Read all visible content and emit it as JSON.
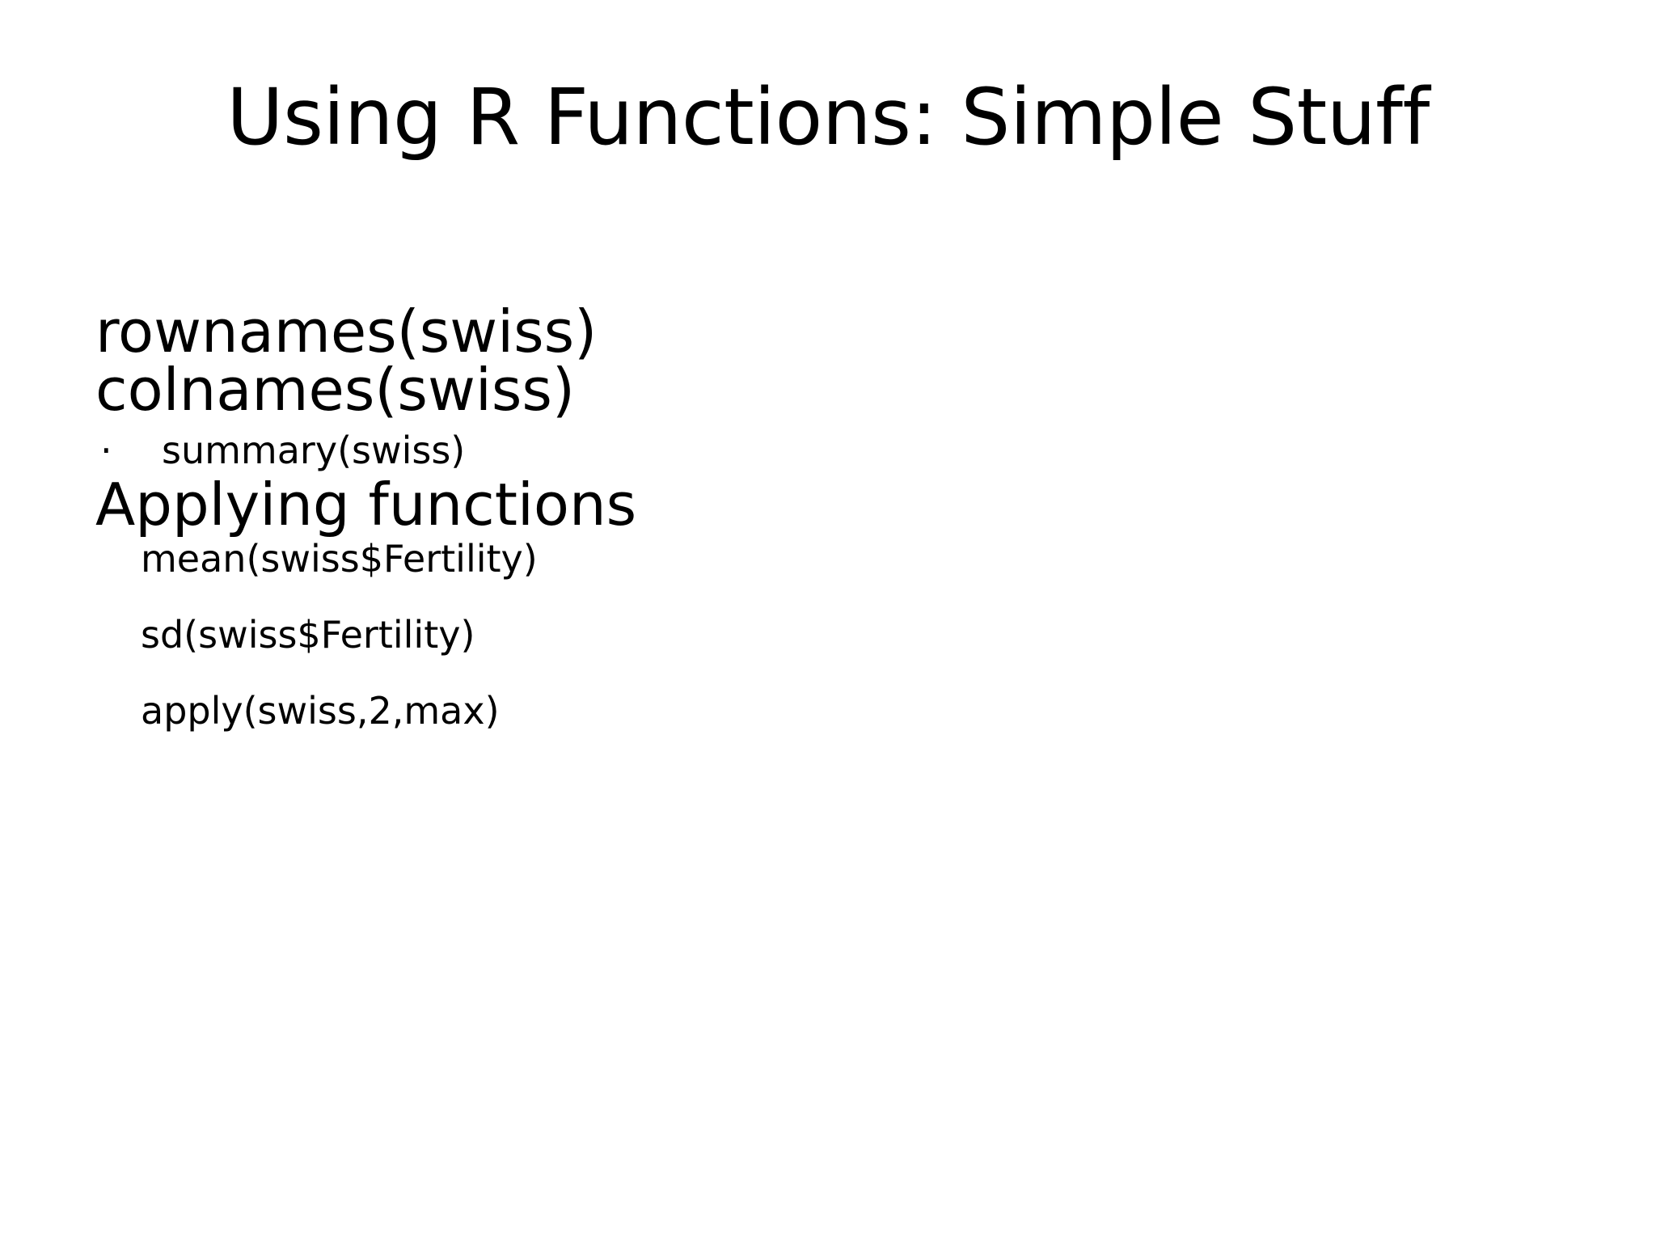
{
  "slide": {
    "title": "Using R Functions: Simple Stuff",
    "background_color": "#ffffff",
    "text_color": "#000000",
    "bullet_glyph": "·",
    "lines": [
      {
        "text": "rownames(swiss)",
        "level": "big"
      },
      {
        "text": "colnames(swiss)",
        "level": "big"
      },
      {
        "text": "summary(swiss)",
        "level": "bullet"
      },
      {
        "text": "Applying functions",
        "level": "big"
      },
      {
        "text": "mean(swiss$Fertility)",
        "level": "sub"
      },
      {
        "text": "sd(swiss$Fertility)",
        "level": "sub"
      },
      {
        "text": "apply(swiss,2,max)",
        "level": "sub"
      }
    ]
  }
}
